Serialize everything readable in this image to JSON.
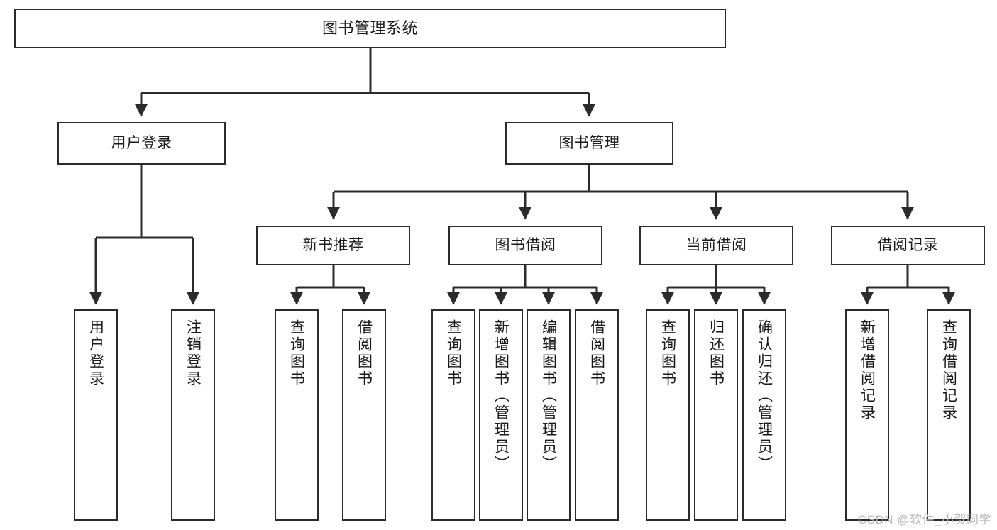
{
  "diagram": {
    "title": "图书管理系统",
    "type": "tree-hierarchy",
    "watermark": "CSDN @软件_小贺同学",
    "colors": {
      "stroke": "#2b2b2b",
      "fill": "#ffffff",
      "text": "#1a1a1a",
      "watermark": "#b9b9b9"
    },
    "root": {
      "label": "图书管理系统"
    },
    "level2": [
      {
        "id": "user-login",
        "label": "用户登录"
      },
      {
        "id": "book-manage",
        "label": "图书管理"
      }
    ],
    "level3": [
      {
        "id": "new-book-rec",
        "label": "新书推荐"
      },
      {
        "id": "book-borrow",
        "label": "图书借阅"
      },
      {
        "id": "current-borrow",
        "label": "当前借阅"
      },
      {
        "id": "borrow-record",
        "label": "借阅记录"
      }
    ],
    "leaves": {
      "user_login": [
        {
          "id": "leaf-user-login",
          "label": "用户登录"
        },
        {
          "id": "leaf-logout-login",
          "label": "注销登录"
        }
      ],
      "new_book_rec": [
        {
          "id": "leaf-query-book-1",
          "label": "查询图书"
        },
        {
          "id": "leaf-borrow-book-1",
          "label": "借阅图书"
        }
      ],
      "book_borrow": [
        {
          "id": "leaf-query-book-2",
          "label": "查询图书"
        },
        {
          "id": "leaf-add-book",
          "label": "新增图书（管理员）"
        },
        {
          "id": "leaf-edit-book",
          "label": "编辑图书（管理员）"
        },
        {
          "id": "leaf-borrow-book-2",
          "label": "借阅图书"
        }
      ],
      "current_borrow": [
        {
          "id": "leaf-query-book-3",
          "label": "查询图书"
        },
        {
          "id": "leaf-return-book",
          "label": "归还图书"
        },
        {
          "id": "leaf-confirm-return",
          "label": "确认归还（管理员）"
        }
      ],
      "borrow_record": [
        {
          "id": "leaf-add-record",
          "label": "新增借阅记录"
        },
        {
          "id": "leaf-query-record",
          "label": "查询借阅记录"
        }
      ]
    }
  }
}
